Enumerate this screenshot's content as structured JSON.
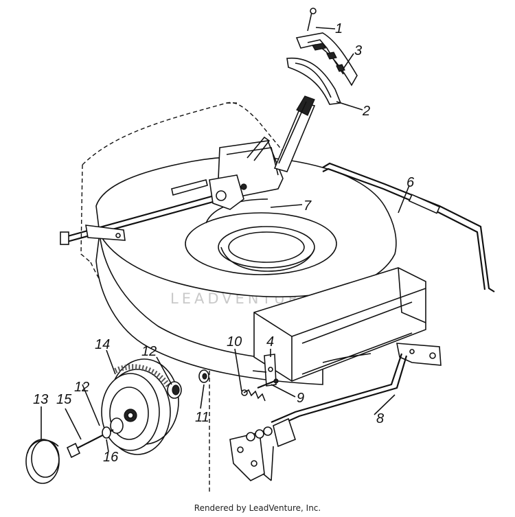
{
  "callouts": {
    "c1": "1",
    "c2": "2",
    "c3": "3",
    "c4": "4",
    "c6": "6",
    "c7": "7",
    "c8": "8",
    "c9": "9",
    "c10": "10",
    "c11": "11",
    "c12a": "12",
    "c12b": "12",
    "c13": "13",
    "c14": "14",
    "c15": "15",
    "c16": "16"
  },
  "watermark": "LEADVENTURE",
  "footer": "Rendered by LeadVenture, Inc."
}
